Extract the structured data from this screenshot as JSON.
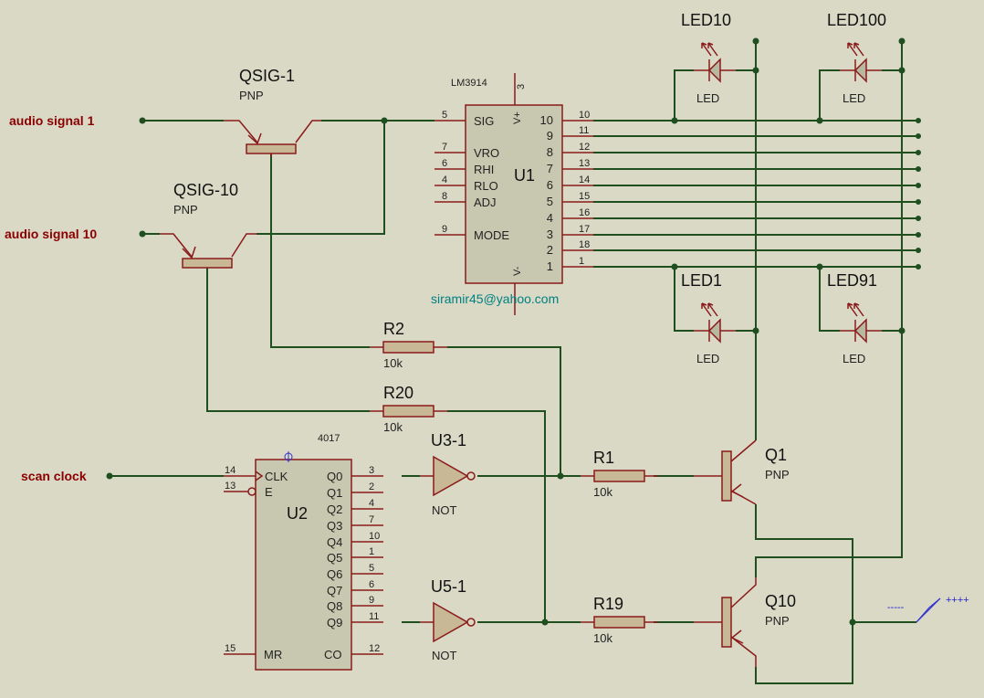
{
  "signals": {
    "audio1": "audio signal 1",
    "audio10": "audio signal 10",
    "clock": "scan clock"
  },
  "qsig1": {
    "name": "QSIG-1",
    "type": "PNP"
  },
  "qsig10": {
    "name": "QSIG-10",
    "type": "PNP"
  },
  "u1": {
    "part": "LM3914",
    "ref": "U1",
    "left_pins": [
      {
        "num": "5",
        "name": "SIG"
      },
      {
        "num": "7",
        "name": "VRO"
      },
      {
        "num": "6",
        "name": "RHI"
      },
      {
        "num": "4",
        "name": "RLO"
      },
      {
        "num": "8",
        "name": "ADJ"
      },
      {
        "num": "9",
        "name": "MODE"
      }
    ],
    "inner_right": [
      "10",
      "9",
      "8",
      "7",
      "6",
      "5",
      "4",
      "3",
      "2",
      "1"
    ],
    "outer_right": [
      "10",
      "11",
      "12",
      "13",
      "14",
      "15",
      "16",
      "17",
      "18",
      "1"
    ],
    "vplus": "V+",
    "vminus": "V-",
    "vplus_pin": "3"
  },
  "email": "siramir45@yahoo.com",
  "leds": [
    {
      "name": "LED10",
      "type": "LED"
    },
    {
      "name": "LED100",
      "type": "LED"
    },
    {
      "name": "LED1",
      "type": "LED"
    },
    {
      "name": "LED91",
      "type": "LED"
    }
  ],
  "resistors": [
    {
      "name": "R2",
      "value": "10k"
    },
    {
      "name": "R20",
      "value": "10k"
    },
    {
      "name": "R1",
      "value": "10k"
    },
    {
      "name": "R19",
      "value": "10k"
    }
  ],
  "u2": {
    "part": "4017",
    "ref": "U2",
    "clk": {
      "num": "14",
      "name": "CLK"
    },
    "e": {
      "num": "13",
      "name": "E"
    },
    "mr": {
      "num": "15",
      "name": "MR"
    },
    "outputs": [
      {
        "name": "Q0",
        "num": "3"
      },
      {
        "name": "Q1",
        "num": "2"
      },
      {
        "name": "Q2",
        "num": "4"
      },
      {
        "name": "Q3",
        "num": "7"
      },
      {
        "name": "Q4",
        "num": "10"
      },
      {
        "name": "Q5",
        "num": "1"
      },
      {
        "name": "Q6",
        "num": "5"
      },
      {
        "name": "Q7",
        "num": "6"
      },
      {
        "name": "Q8",
        "num": "9"
      },
      {
        "name": "Q9",
        "num": "11"
      }
    ],
    "co": {
      "name": "CO",
      "num": "12"
    }
  },
  "gates": [
    {
      "name": "U3-1",
      "type": "NOT"
    },
    {
      "name": "U5-1",
      "type": "NOT"
    }
  ],
  "q1": {
    "name": "Q1",
    "type": "PNP"
  },
  "q10": {
    "name": "Q10",
    "type": "PNP"
  },
  "power": {
    "dashes": "-----",
    "plus": "++++"
  }
}
